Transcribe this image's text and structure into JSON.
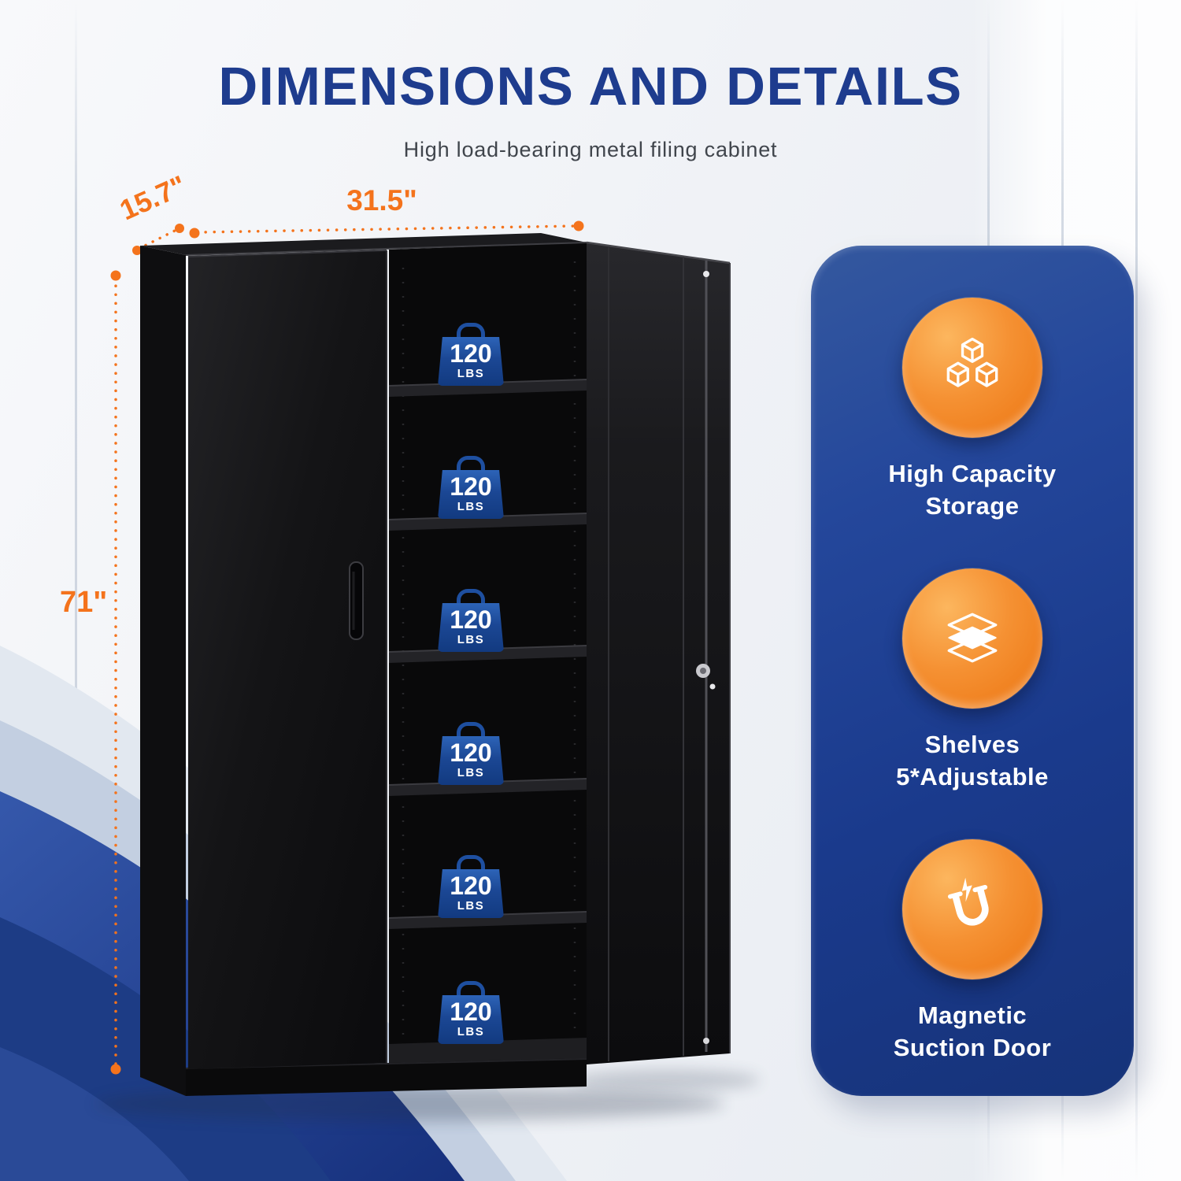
{
  "page": {
    "title": "DIMENSIONS AND DETAILS",
    "subtitle": "High load-bearing metal filing cabinet"
  },
  "dimensions": {
    "depth": "15.7\"",
    "width": "31.5\"",
    "height": "71\""
  },
  "cabinet": {
    "description": "black metal filing cabinet, left door closed with handle, right door open showing shelves",
    "shelf_badges": [
      {
        "value": "120",
        "unit": "LBS"
      },
      {
        "value": "120",
        "unit": "LBS"
      },
      {
        "value": "120",
        "unit": "LBS"
      },
      {
        "value": "120",
        "unit": "LBS"
      },
      {
        "value": "120",
        "unit": "LBS"
      },
      {
        "value": "120",
        "unit": "LBS"
      }
    ]
  },
  "features": {
    "items": [
      {
        "icon": "cubes-icon",
        "line1": "High Capacity",
        "line2": "Storage"
      },
      {
        "icon": "layers-icon",
        "line1": "Shelves",
        "line2": "5*Adjustable"
      },
      {
        "icon": "magnet-icon",
        "line1": "Magnetic",
        "line2": "Suction Door"
      }
    ]
  },
  "colors": {
    "title_navy": "#1e3c8e",
    "accent_orange": "#f4731c",
    "panel_blue": "#1a3a8c",
    "badge_blue": "#1b4794",
    "cabinet_black": "#111113"
  }
}
